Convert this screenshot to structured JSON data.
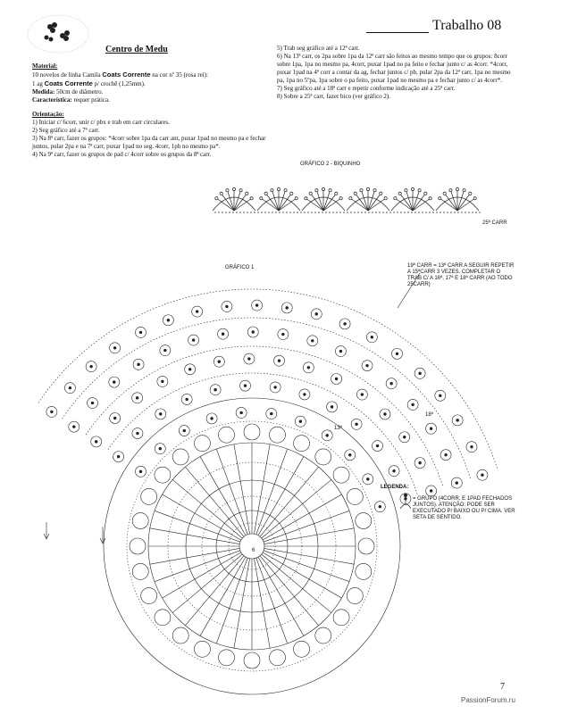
{
  "header": {
    "title": "Trabalho 08"
  },
  "left": {
    "heading": "Centro  de Medu",
    "material_label": "Material:",
    "material_text": "10 novelos de linha Camila ",
    "material_brand": "Coats Corrente",
    "material_rest": " na cor nº 35 (rosa rei):",
    "needle_pre": "1 ag ",
    "needle_brand": "Coats Corrente",
    "needle_rest": " p/ crochê (1,25mm).",
    "medida_label": "Medida:",
    "medida_text": " 50cm de diâmetro.",
    "caract_label": "Característica:",
    "caract_text": " requer prática.",
    "orient_label": "Orientação:",
    "steps": [
      "1)   Iniciar c/ 6corr, unir c/ pbx e trab em carr circulares.",
      "2)   Seg gráfico até a 7ª carr.",
      "3)   Na 8ª carr, fazer os grupos: *4corr sobre 1pa da carr ant, puxar 1pad no mesmo pa e fechar juntos, pular 2pa e na 7ª carr, puxar 1pad no seg. 4corr, 1ph no mesmo pa*.",
      "4)   Na 9ª carr, fazer os grupos de pad c/ 4corr sobre os grupos da 8ª carr."
    ]
  },
  "right": {
    "steps": [
      "5)   Trab seg gráfico até a 12ª carr.",
      "6)   Na 13ª carr, os 2pa sobre 1pa da 12ª carr são feitos ao mesmo tempo que os grupos: 8corr sobre 1pa, 1pa no mesmo pa, 4corr, puxar 1pad no pa feito e fechar junto c/ as 4corr. *4corr, puxar 1pad na 4ª corr a contar da ag, fechar juntos c/ pb, pular 2pa da 12ª carr, 1pa no mesmo pa, 1pa no 5ºpa, 1pa sobre o pa feito, puxar 1pad no mesmo pa e fechar junto c/ as 4corr*.",
      "7)   Seg gráfico até a 18ª carr e repetir conforme indicação até a 25ª carr.",
      "8)   Sobre a 25ª carr, fazer bico (ver gráfico 2)."
    ]
  },
  "diagram": {
    "grafico2_label": "GRÁFICO 2 - BIQUINHO",
    "grafico1_label": "GRÁFICO 1",
    "carr25_label": "25ª CARR",
    "note_19": "19ª CARR = 13ª CARR A SEGUIR REPETIR A 15ªCARR 3 VEZES. COMPLETAR O TRAB C/ A 16ª, 17ª E 18ª CARR (AO TODO 25CARR)",
    "mark_6": "6",
    "mark_13": "13ª",
    "mark_18": "18ª"
  },
  "legend": {
    "title": "LEGENDA:",
    "text": "= GRUPO (4CORR. E 1PAD FECHADOS JUNTOS). ATENÇÃO: PODE SER EXECUTADO P/ BAIXO OU P/ CIMA. VER SETA DE SENTIDO."
  },
  "footer": {
    "page_number": "7",
    "watermark": "PassionForum.ru"
  }
}
